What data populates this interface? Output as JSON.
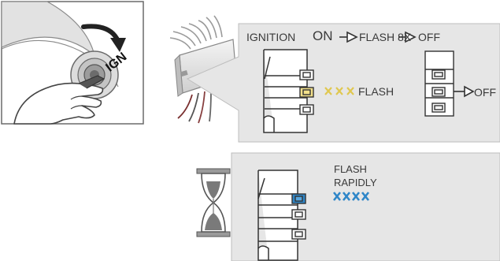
{
  "step1": {
    "ign_label": "IGN"
  },
  "step2": {
    "header_prefix": "IGNITION",
    "header_on": "ON",
    "header_mid": "FLASH 8X",
    "header_end": "OFF",
    "flash_label": "FLASH",
    "off_label": "OFF",
    "led_color": "#f2e08a"
  },
  "step3": {
    "flash_line1": "FLASH",
    "flash_line2": "RAPIDLY",
    "led_color": "#2e86c8"
  },
  "colors": {
    "panel": "#e6e6e6",
    "panel_border": "#bdbdbd",
    "line": "#3a3a3a",
    "hourglass_sand": "#7a7a7a"
  }
}
